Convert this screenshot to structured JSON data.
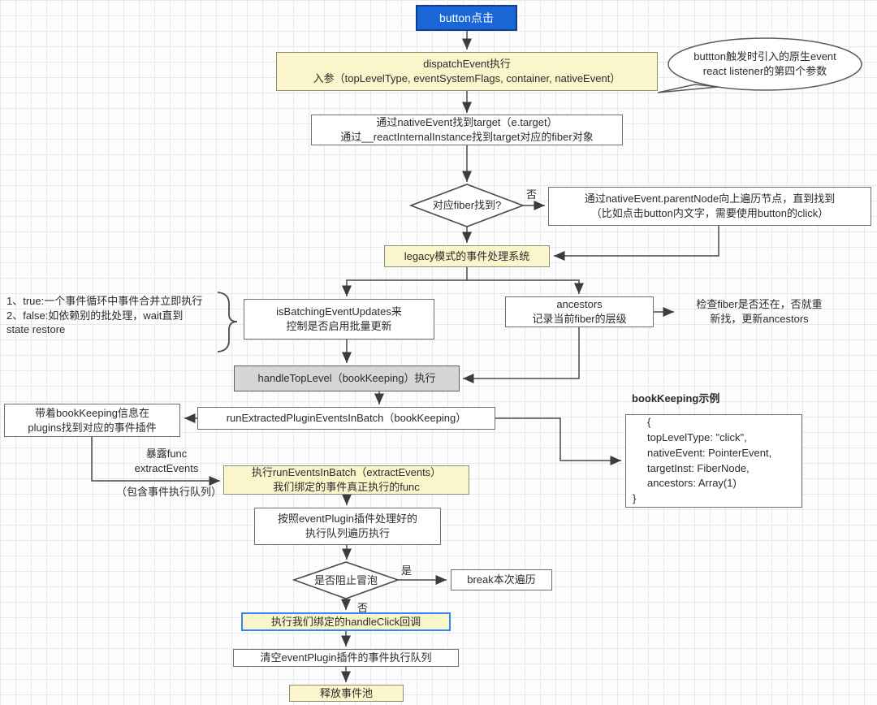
{
  "colors": {
    "accent_blue": "#1a66d6",
    "node_yellow": "#fbf5cb",
    "highlight_border": "#2f86f6",
    "node_gray": "#d6d6d6"
  },
  "nodes": {
    "start": {
      "label": "button点击"
    },
    "dispatch": {
      "line1": "dispatchEvent执行",
      "line2": "入参（topLevelType, eventSystemFlags, container, nativeEvent）"
    },
    "bubble": {
      "line1": "buttton触发时引入的原生event",
      "line2": "react listener的第四个参数"
    },
    "find_target": {
      "line1": "通过nativeEvent找到target（e.target）",
      "line2": "通过__reactInternalInstance找到target对应的fiber对象"
    },
    "fiber_found": {
      "label": "对应fiber找到?"
    },
    "traverse_up": {
      "line1": "通过nativeEvent.parentNode向上遍历节点，直到找到",
      "line2": "（比如点击button内文字，需要使用button的click）"
    },
    "legacy": {
      "label": "legacy模式的事件处理系统"
    },
    "batch_note": {
      "line1": "1、true:一个事件循环中事件合并立即执行",
      "line2": "2、false:如依赖别的批处理，wait直到",
      "line3": "state restore"
    },
    "is_batching": {
      "line1": "isBatchingEventUpdates来",
      "line2": "控制是否启用批量更新"
    },
    "ancestors": {
      "line1": "ancestors",
      "line2": "记录当前fiber的层级"
    },
    "check_fiber": {
      "line1": "检查fiber是否还在，否就重",
      "line2": "新找，更新ancestors"
    },
    "handle_top": {
      "label": "handleTopLevel（bookKeeping）执行"
    },
    "run_extracted": {
      "label": "runExtractedPluginEventsInBatch（bookKeeping）"
    },
    "with_bookkeeping": {
      "line1": "带着bookKeeping信息在",
      "line2": "plugins找到对应的事件插件"
    },
    "expose": {
      "line1": "暴露func",
      "line2": "extractEvents",
      "line3": "（包含事件执行队列）"
    },
    "run_events": {
      "line1": "执行runEventsInBatch（extractEvents）",
      "line2": "我们绑定的事件真正执行的func"
    },
    "bookkeeping_example": {
      "title": "bookKeeping示例",
      "lines": [
        "{",
        "topLevelType: \"click\",",
        "nativeEvent: PointerEvent,",
        "targetInst: FiberNode,",
        "ancestors: Array(1)",
        "}"
      ]
    },
    "queue_exec": {
      "line1": "按照eventPlugin插件处理好的",
      "line2": "执行队列遍历执行"
    },
    "stop_bubble": {
      "label": "是否阻止冒泡"
    },
    "break_box": {
      "label": "break本次遍历"
    },
    "handle_click": {
      "label": "执行我们绑定的handleClick回调"
    },
    "clear_queue": {
      "label": "清空eventPlugin插件的事件执行队列"
    },
    "release_pool": {
      "label": "释放事件池"
    }
  },
  "edge_labels": {
    "no_fiber": "否",
    "yes_bubble": "是",
    "no_bubble": "否"
  }
}
